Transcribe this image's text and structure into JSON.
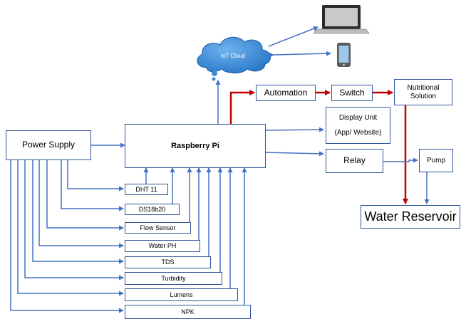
{
  "diagram": {
    "cloud": "IoT Cloud",
    "controller": "Raspberry Pi",
    "power_supply": "Power Supply",
    "sensors": [
      "DHT 11",
      "DS18b20",
      "Flow Sensor",
      "Water PH",
      "TDS",
      "Turbidity",
      "Lumens",
      "NPK"
    ],
    "automation": "Automation",
    "switch": "Switch",
    "nutritional_solution": [
      "Nutritional",
      "Solution"
    ],
    "display_unit": [
      "Display Unit",
      "(App/ Website)"
    ],
    "relay": "Relay",
    "pump": "Pump",
    "water_reservoir": "Water Reservoir",
    "devices": [
      "laptop-icon",
      "phone-icon"
    ],
    "colors": {
      "line": "#4472c4",
      "box_border": "#2f5597",
      "control_flow": "#c00000",
      "cloud": "#3b8ad6"
    }
  }
}
